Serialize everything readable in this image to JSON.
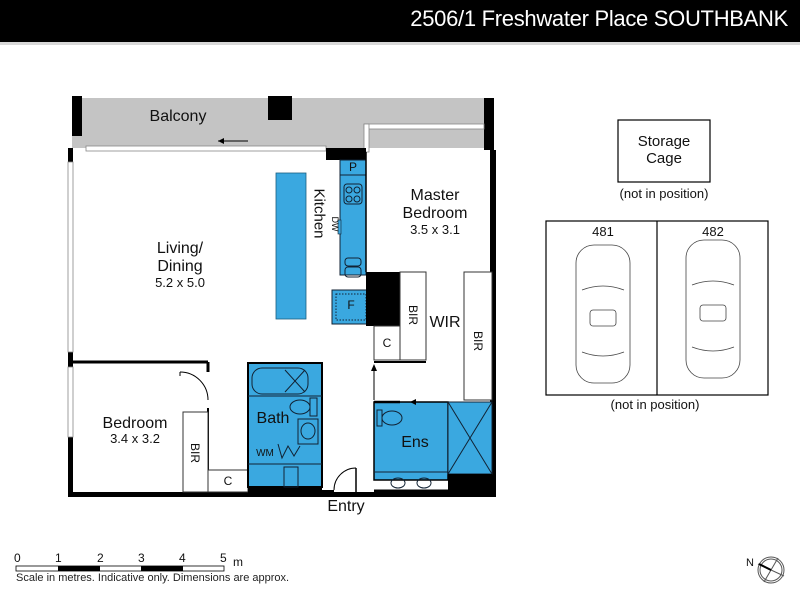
{
  "header": {
    "title": "2506/1 Freshwater Place SOUTHBANK"
  },
  "floorplan": {
    "rooms": {
      "balcony": {
        "label": "Balcony"
      },
      "living": {
        "label_line1": "Living/",
        "label_line2": "Dining",
        "dimensions": "5.2 x 5.0"
      },
      "kitchen": {
        "label": "Kitchen",
        "dw": "DW",
        "pantry": "P",
        "fridge": "F"
      },
      "master": {
        "label_line1": "Master",
        "label_line2": "Bedroom",
        "dimensions": "3.5 x 3.1"
      },
      "wir": {
        "label": "WIR"
      },
      "bir_master_left": {
        "label": "BIR"
      },
      "bir_master_right": {
        "label": "BIR"
      },
      "cupboard_hall": {
        "label": "C"
      },
      "bedroom": {
        "label": "Bedroom",
        "dimensions": "3.4 x 3.2"
      },
      "bir_bedroom": {
        "label": "BIR"
      },
      "cupboard_entry": {
        "label": "C"
      },
      "bath": {
        "label": "Bath",
        "wm": "WM"
      },
      "ensuite": {
        "label": "Ens"
      },
      "entry": {
        "label": "Entry"
      }
    },
    "colors": {
      "wet_area": "#3aa8e0",
      "balcony": "#c4c4c4",
      "wall": "#000000"
    }
  },
  "storage": {
    "label_line1": "Storage",
    "label_line2": "Cage",
    "note": "(not in position)"
  },
  "parking": {
    "bays": [
      "481",
      "482"
    ],
    "note": "(not in position)"
  },
  "scale": {
    "ticks": [
      "0",
      "1",
      "2",
      "3",
      "4",
      "5"
    ],
    "unit": "m",
    "note": "Scale in metres. Indicative only. Dimensions are approx."
  },
  "compass": {
    "label": "N"
  }
}
